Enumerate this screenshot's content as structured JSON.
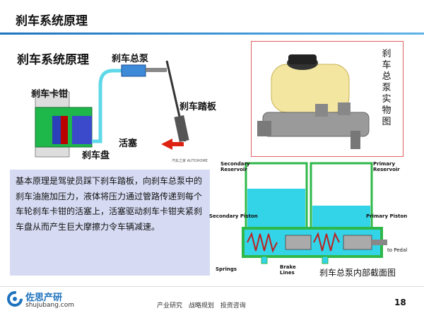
{
  "header": {
    "title": "刹车系统原理"
  },
  "diagram": {
    "title": "刹车系统原理",
    "labels": {
      "master_cylinder": "刹车总泵",
      "caliper": "刹车卡钳",
      "pedal": "刹车踏板",
      "piston": "活塞",
      "disc": "刹车盘"
    },
    "source_caption": "汽车之家 AUTOHOME"
  },
  "photo": {
    "caption": "刹车总泵实物图"
  },
  "description": "基本原理是驾驶员踩下刹车踏板，向刹车总泵中的刹车油施加压力，液体将压力通过管路传递到每个车轮刹车卡钳的活塞上，活塞驱动刹车卡钳夹紧刹车盘从而产生巨大摩擦力令车辆减速。",
  "cross_section": {
    "labels": {
      "secondary_reservoir": "Secondary\nReservoir",
      "primary_reservoir": "Primary\nReservoir",
      "secondary_piston": "Secondary Piston",
      "primary_piston": "Primary Piston",
      "to_pedal": "to Pedal",
      "springs": "Springs",
      "brake_lines": "Brake\nLines"
    },
    "caption": "刹车总泵内部截面图"
  },
  "footer": {
    "logo_name": "佐思产研",
    "logo_url": "shujubang.com",
    "nav": "产业研究 战略规划 投资咨询",
    "page_number": "18"
  },
  "colors": {
    "accent": "#1e73be",
    "fluid": "#33d4e8",
    "housing": "#2fb84a",
    "desc_bg": "#d6dbf3"
  }
}
